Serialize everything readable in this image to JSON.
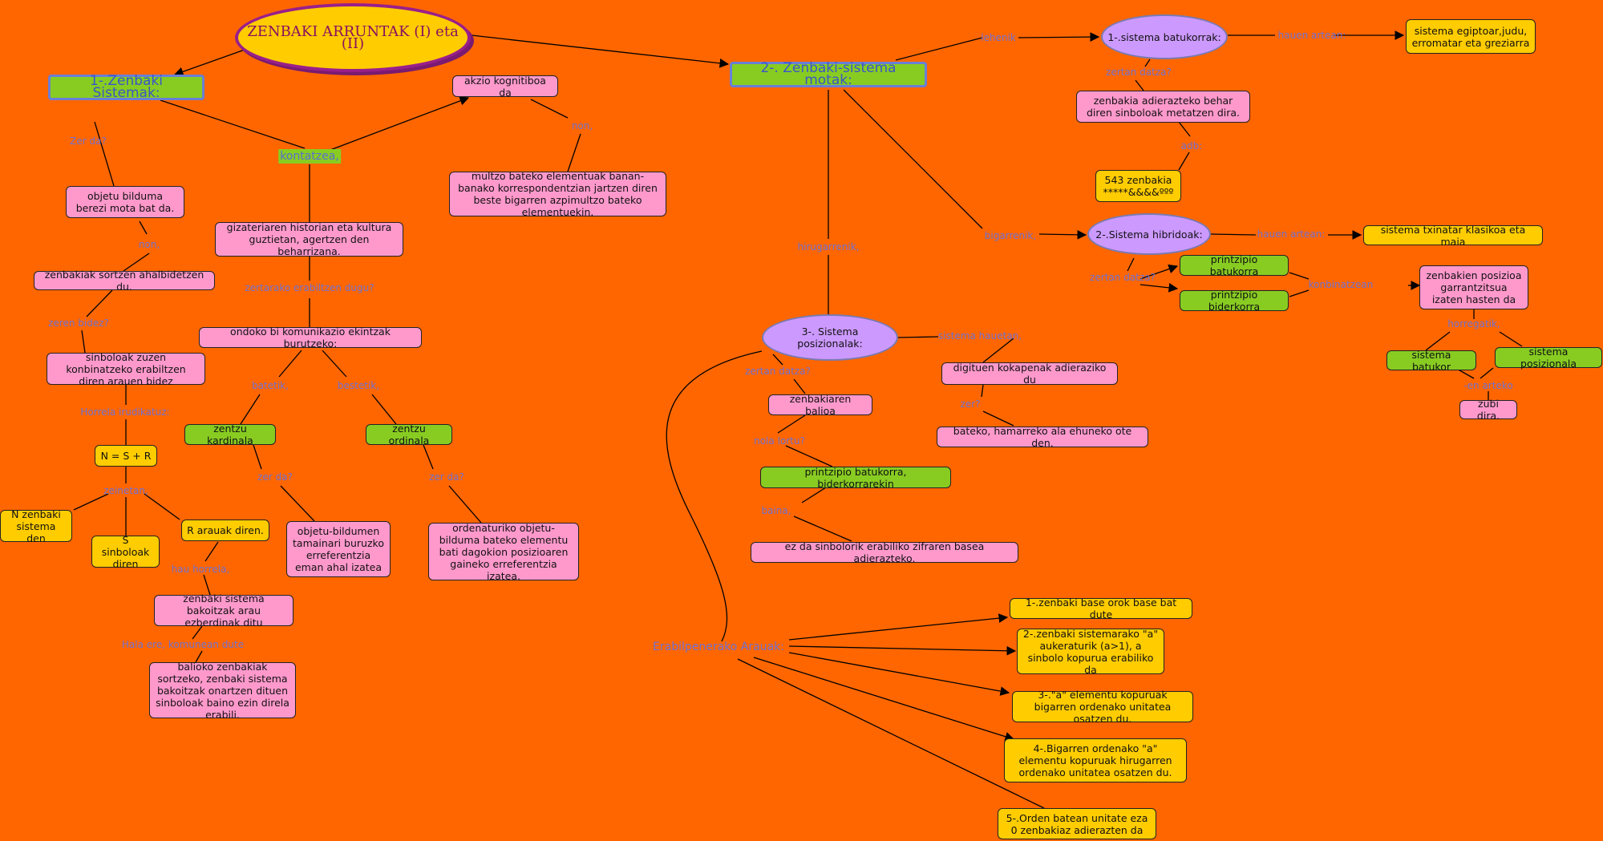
{
  "root": {
    "title": "ZENBAKI ARRUNTAK (I) eta (II)"
  },
  "sections": {
    "s1": "1-.Zenbaki Sistemak:",
    "s2": "2-. Zenbaki-sistema motak:"
  },
  "left": {
    "zer_da": "Zer da?",
    "objetu": "objetu bilduma berezi mota bat da.",
    "non1": "non,",
    "zenbakiak_sortzen": "zenbakiak sortzen ahalbidetzen du.",
    "zeren_bidez": "zeren bidez?",
    "sinboloak": "sinboloak zuzen konbinatzeko erabiltzen diren arauen bidez",
    "horrela": "Horrela irudikatuz:",
    "formula": "N = S + R",
    "zeinetan": "zeinetan,",
    "n_zenbaki": "N zenbaki sistema den",
    "s_sinboloak": "S sinboloak diren",
    "r_arauak": "R arauak diren.",
    "hau_horrela": "hau horrela,",
    "sistema_bakoitzak": "zenbaki sistema bakoitzak arau ezberdinak ditu",
    "hala_ere": "Hala ere, komunean dute",
    "balioko": "balioko zenbakiak sortzeko, zenbaki sistema bakoitzak onartzen dituen sinboloak baino ezin direla erabili."
  },
  "middle": {
    "kontatzea": "kontatzea,",
    "akzio": "akzio kognitiboa da",
    "non2": "non,",
    "multzo": "multzo bateko elementuak banan-banako korrespondentzian jartzen diren beste bigarren azpimultzo bateko elementuekin.",
    "gizateria": "gizateriaren historian eta kultura guztietan, agertzen den beharrizana.",
    "zertarako": "zertarako erabiltzen dugu?",
    "ondoko": "ondoko bi komunikazio ekintzak burutzeko:",
    "batetik": "batetik,",
    "bestetik": "bestetik,",
    "kardinala": "zentzu kardinala",
    "ordinala": "zentzu ordinala",
    "zer_da2": "zer da?",
    "zer_da3": "zer da?",
    "objetu_bildumen": "objetu-bildumen tamainari buruzko erreferentzia eman ahal izatea",
    "ordenaturiko": "ordenaturiko objetu-bilduma bateko elementu bati dagokion posizioaren gaineko erreferentzia izatea."
  },
  "right": {
    "lehenik": "lehenik",
    "batukorrak": "1-.sistema batukorrak:",
    "hauen_artean1": "hauen artean:",
    "egiptoar": "sistema egiptoar,judu, erromatar eta greziarra",
    "zertan_datza1": "zertan datza?",
    "zenbakia_adierazteko": "zenbakia adierazteko behar diren sinboloak metatzen dira.",
    "adb": "adb:",
    "z543": "543 zenbakia *****&&&&ººº",
    "bigarrenik": "bigarrenik,",
    "hibridoak": "2-.Sistema hibridoak:",
    "hauen_artean2": "hauen artean:",
    "txinatar": "sistema txinatar klasikoa eta maia",
    "zertan_datza2": "zertan datza?",
    "p_batukorra": "printzipio batukorra",
    "p_biderkorra": "printzipio biderkorra",
    "konbinatzean": "konbinatzean",
    "posizioa": "zenbakien posizioa garrantzitsua izaten hasten da",
    "horregatik": "horregatik,",
    "s_batukor": "sistema batukor",
    "s_posizionala": "sistema posizionala",
    "en_arteko": "-en arteko",
    "zubi": "zubi dira.",
    "hirugarrenik": "hirugarrenik,",
    "posizionalak": "3-. Sistema posizionalak:",
    "sistema_hauetan": "sistema hauetan,",
    "digituen": "digituen kokapenak adieraziko du",
    "zer": "zer?",
    "bateko": "bateko, hamarreko ala ehuneko ote den.",
    "zertan_datza3": "zertan datza?",
    "zenbakiaren_balioa": "zenbakiaren balioa",
    "nola_lortu": "nola lortu?",
    "p_batukorra_biderkorra": "printzipio batukorra, biderkorrarekin",
    "baina": "baina,",
    "ez_da": "ez da sinbolorik erabiliko zifraren basea adierazteko.",
    "erabilpenerako": "Erabilpenerako Arauak:",
    "arau1": "1-.zenbaki base orok base bat dute",
    "arau2": "2-.zenbaki sistemarako \"a\" aukeraturik (a>1), a sinbolo kopurua erabiliko da",
    "arau3": "3-.\"a\" elementu kopuruak bigarren ordenako unitatea osatzen du.",
    "arau4": "4-.Bigarren ordenako \"a\" elementu kopuruak hirugarren ordenako unitatea osatzen du.",
    "arau5": "5-.Orden batean unitate eza 0 zenbakiaz adierazten da"
  },
  "colors": {
    "background": "#ff6600",
    "pink": "#ff99cc",
    "yellow": "#ffcc00",
    "green": "#88cc22",
    "purple": "#cc99ff",
    "link_label": "#7070d0"
  }
}
